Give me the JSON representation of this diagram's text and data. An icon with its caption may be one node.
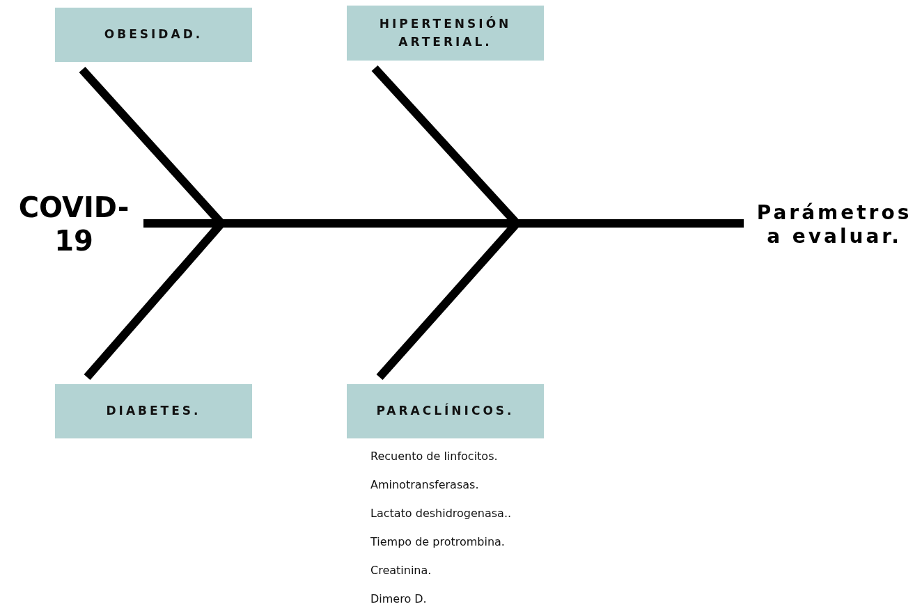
{
  "diagram": {
    "nodes": [
      {
        "text": [
          "COVID-19"
        ]
      },
      {
        "text": [
          "Parámetros a evaluar."
        ]
      },
      {
        "text": [
          "OBESIDAD."
        ]
      },
      {
        "text": [
          "HIPERTENSIÓN ARTERIAL."
        ]
      },
      {
        "text": [
          "DIABETES."
        ]
      },
      {
        "text": [
          "PARACLÍNICOS."
        ],
        "beside": [
          "Recuento de linfocitos.",
          "Aminotransferasas.",
          "Lactato deshidrogenasa..",
          "Tiempo de protrombina.",
          "Creatinina.",
          "Dimero D."
        ]
      }
    ],
    "edges": [
      {
        "from": 0,
        "to": 1,
        "arrow": "none"
      },
      {
        "from": 2,
        "to": null,
        "arrow": "none"
      },
      {
        "from": 3,
        "to": null,
        "arrow": "none"
      },
      {
        "from": 4,
        "to": null,
        "arrow": "none"
      },
      {
        "from": 5,
        "to": null,
        "arrow": "none"
      }
    ]
  }
}
